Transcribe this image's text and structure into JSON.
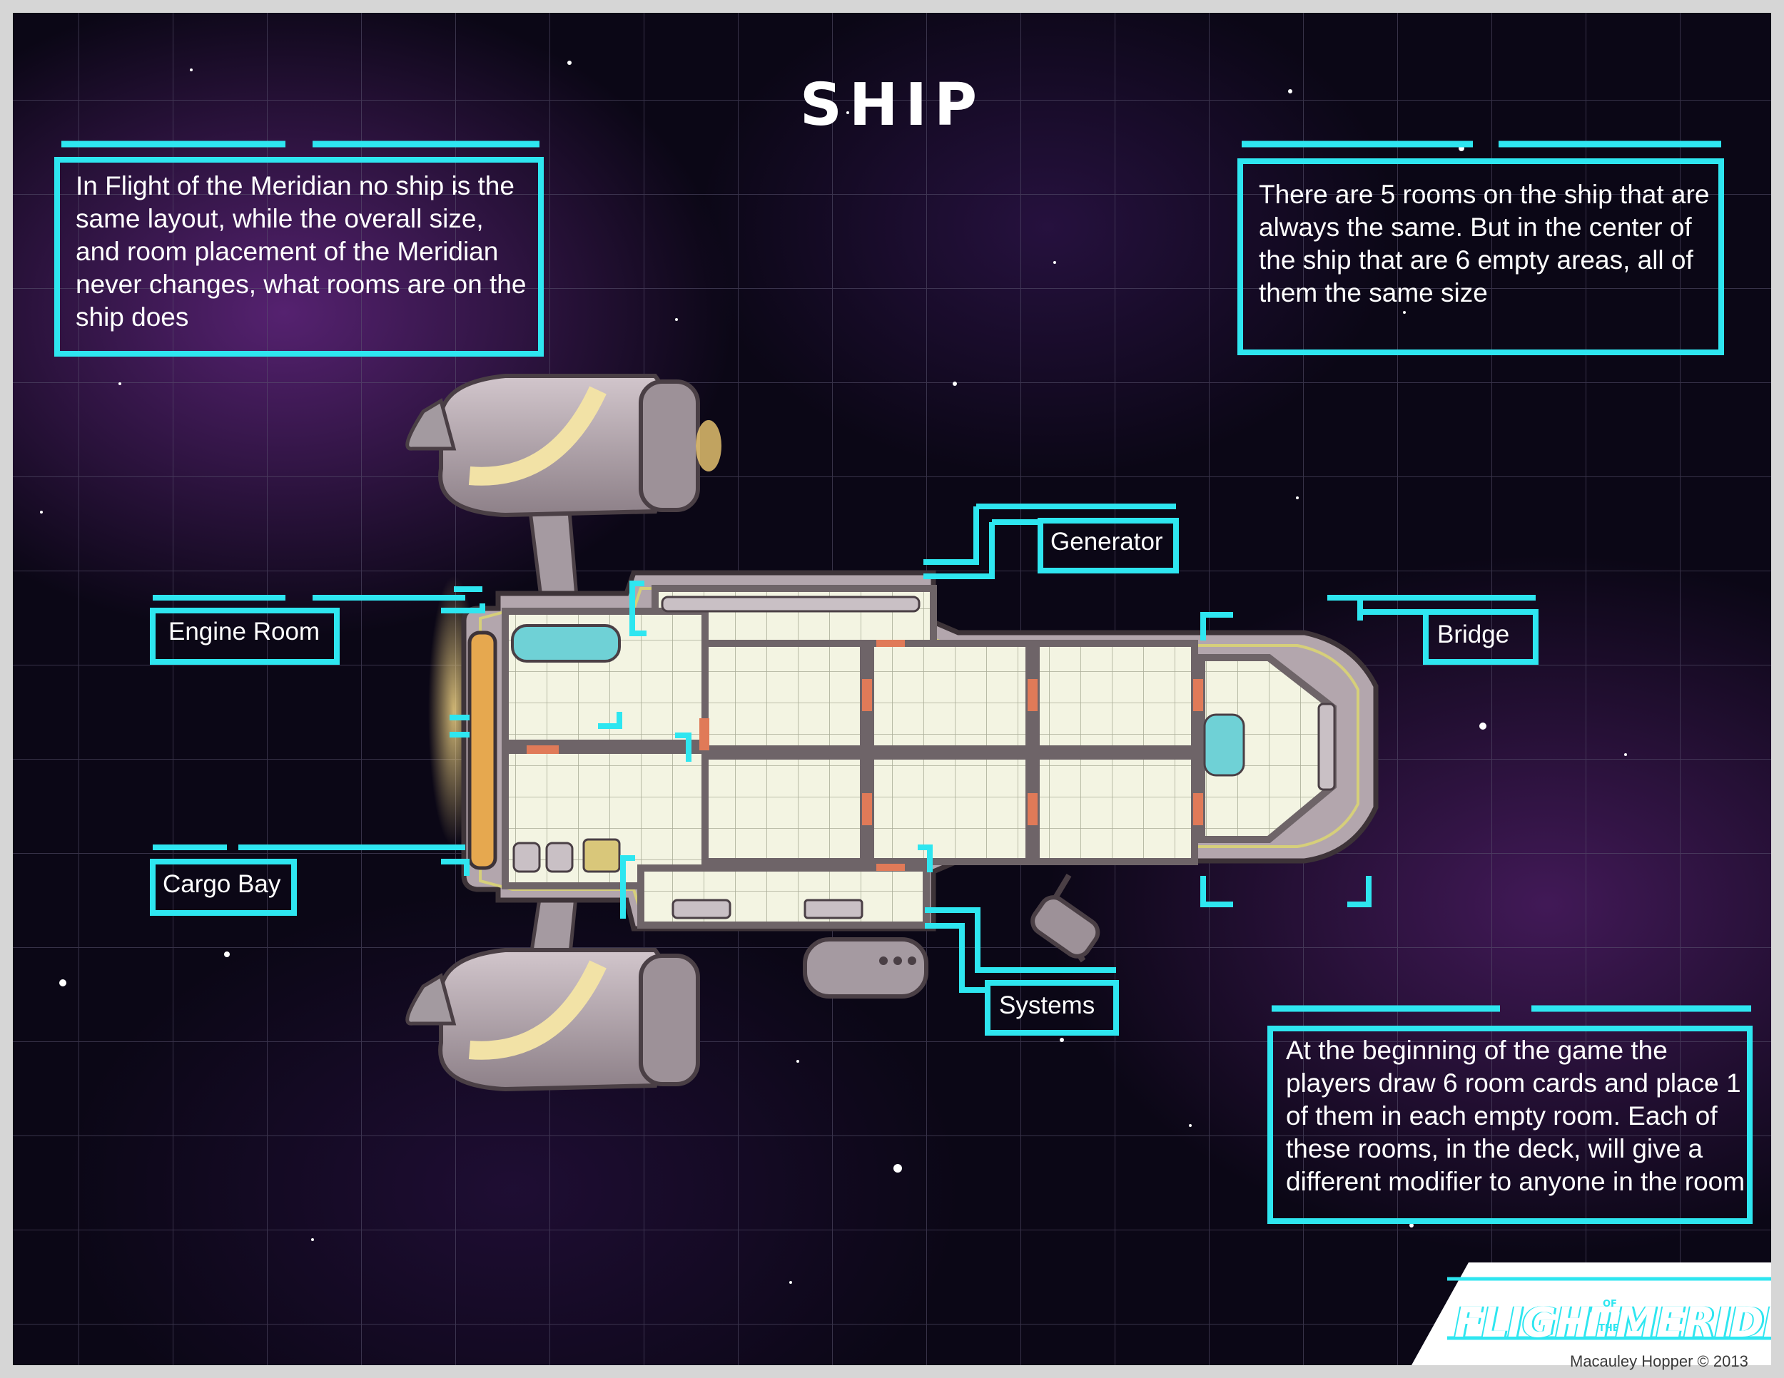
{
  "page": {
    "title": "SHIP"
  },
  "info": {
    "top_left": "In Flight of the Meridian no ship is the same layout, while the overall size, and room placement of the Meridian never changes, what rooms are on the ship does",
    "top_right": "There are 5 rooms on the ship that are always the same. But in the center of the ship that are 6 empty areas, all of them the same size",
    "bottom_right": "At the beginning of the game the players draw 6 room cards and place 1 of them in each empty room. Each of these rooms, in the deck, will give a different modifier to anyone in the room"
  },
  "rooms": {
    "engine_room": "Engine Room",
    "cargo_bay": "Cargo Bay",
    "generator": "Generator",
    "bridge": "Bridge",
    "systems": "Systems"
  },
  "logo": {
    "word1": "FLIGHT",
    "of": "OF",
    "the": "THE",
    "word2": "MERIDIAN"
  },
  "credit": {
    "text": "Macauley Hopper © 2013"
  },
  "colors": {
    "accent_cyan": "#2ee6f0",
    "floor": "#f3f4e2",
    "hull": "#b3a6ad",
    "wall": "#6e6468"
  }
}
